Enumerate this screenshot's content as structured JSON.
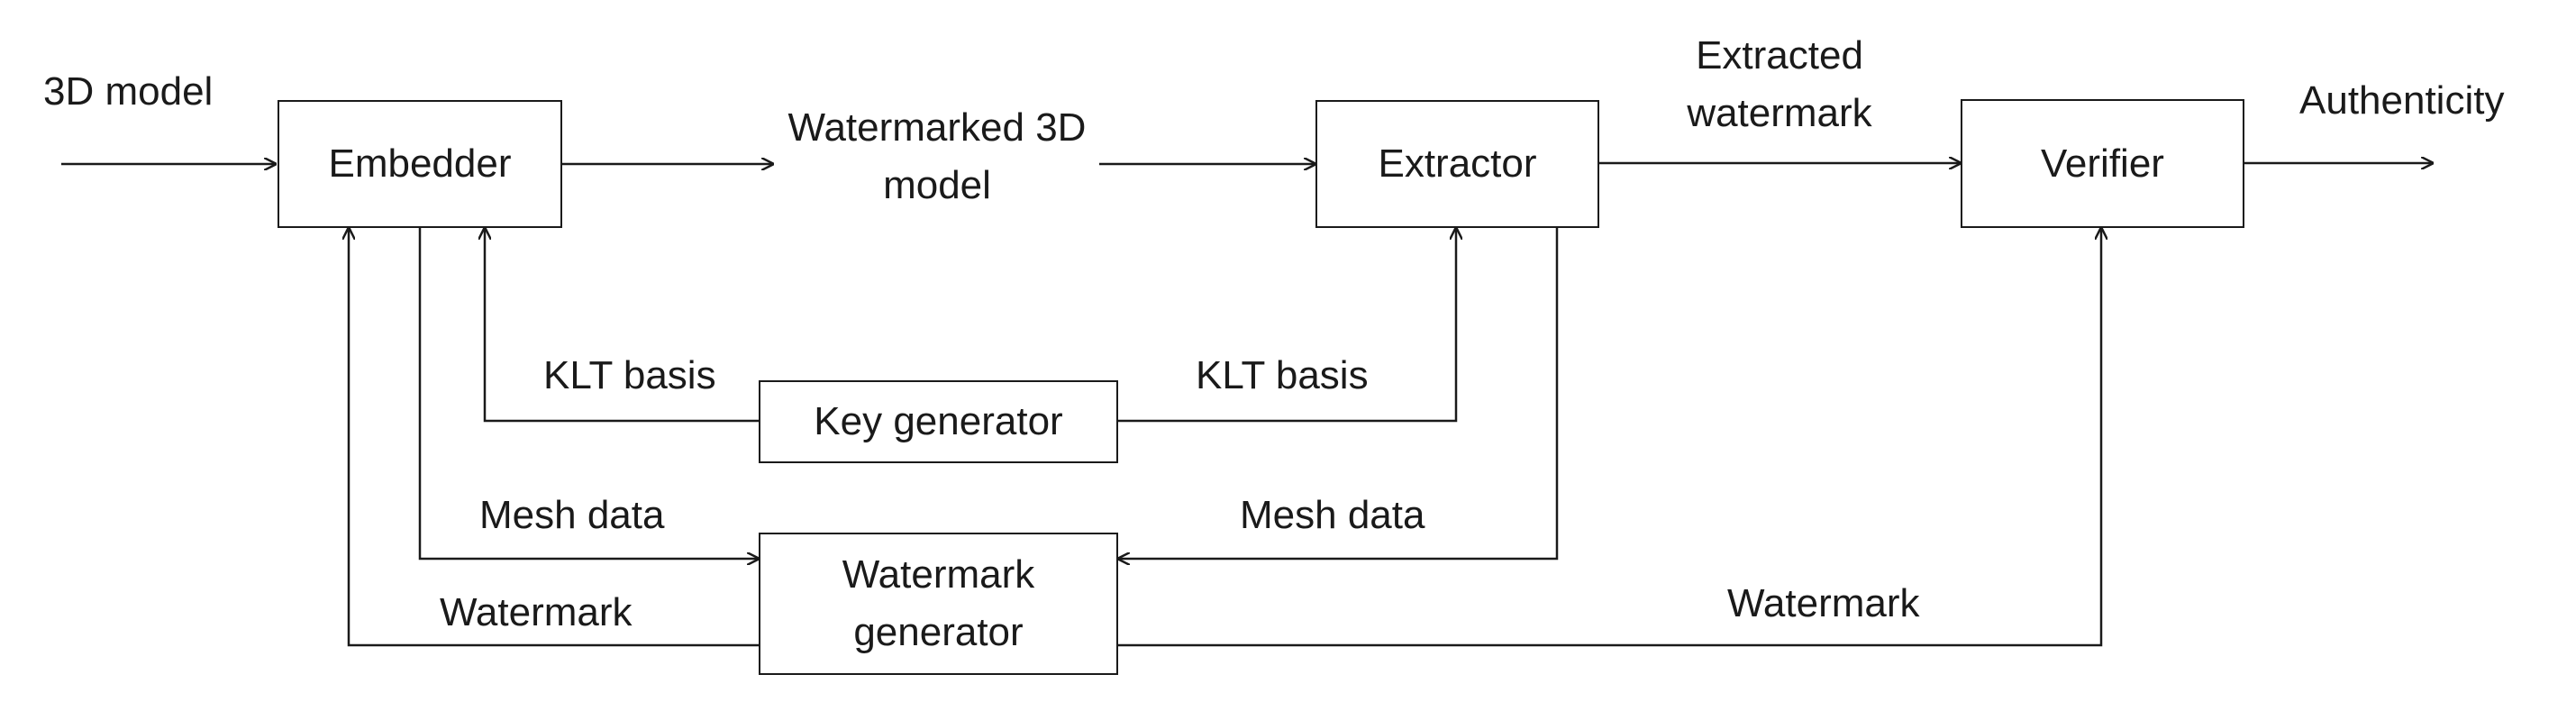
{
  "blocks": {
    "embedder": "Embedder",
    "extractor": "Extractor",
    "verifier": "Verifier",
    "key_generator": "Key generator",
    "watermark_generator": "Watermark generator"
  },
  "labels": {
    "input_model": "3D model",
    "watermarked_model": "Watermarked 3D model",
    "extracted_watermark": "Extracted watermark",
    "authenticity": "Authenticity",
    "klt_basis_left": "KLT basis",
    "klt_basis_right": "KLT basis",
    "mesh_data_left": "Mesh data",
    "mesh_data_right": "Mesh data",
    "watermark_left": "Watermark",
    "watermark_right": "Watermark"
  }
}
